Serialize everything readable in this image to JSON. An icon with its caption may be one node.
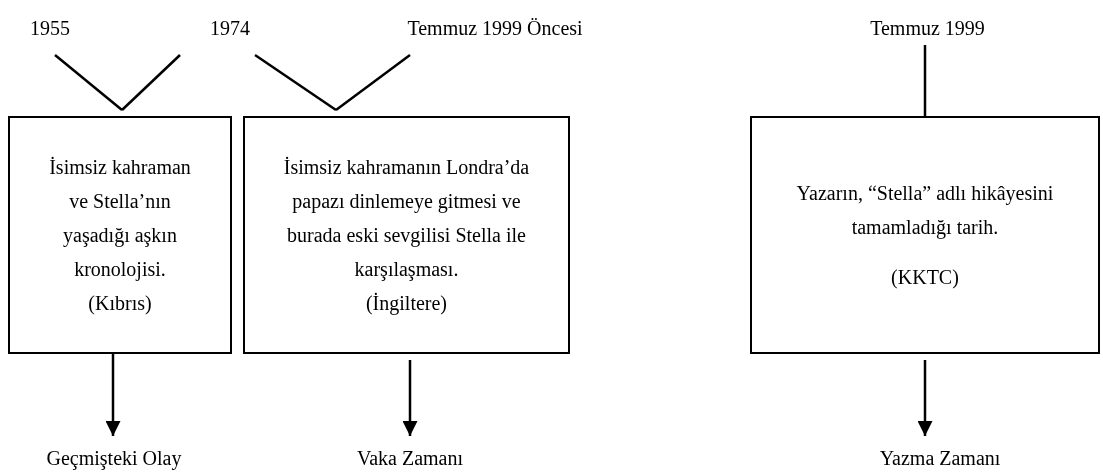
{
  "diagram": {
    "nodes": [
      {
        "text": [
          "1955"
        ]
      },
      {
        "text": [
          "1974"
        ]
      },
      {
        "text": [
          "Temmuz 1999 Öncesi"
        ]
      },
      {
        "text": [
          "Temmuz 1999"
        ]
      },
      {
        "text": [
          "İsimsiz kahraman ve Stella’nın yaşadığı aşkın kronolojisi.",
          "(Kıbrıs)"
        ]
      },
      {
        "text": [
          "İsimsiz kahramanın Londra’da papazı dinlemeye gitmesi ve burada eski sevgilisi Stella ile karşılaşması.",
          "(İngiltere)"
        ]
      },
      {
        "text": [
          "Yazarın, “Stella” adlı hikâyesini tamamladığı tarih.",
          "(KKTC)"
        ]
      },
      {
        "text": [
          "Geçmişteki Olay"
        ]
      },
      {
        "text": [
          "Vaka Zamanı"
        ]
      },
      {
        "text": [
          "Yazma Zamanı"
        ]
      }
    ],
    "edges": [
      {
        "from": 0,
        "to": 4,
        "arrow": "none"
      },
      {
        "from": 1,
        "to": 4,
        "arrow": "none"
      },
      {
        "from": 1,
        "to": 5,
        "arrow": "none"
      },
      {
        "from": 2,
        "to": 5,
        "arrow": "none"
      },
      {
        "from": 3,
        "to": 6,
        "arrow": "none"
      },
      {
        "from": 4,
        "to": 7,
        "arrow": "to"
      },
      {
        "from": 5,
        "to": 8,
        "arrow": "to"
      },
      {
        "from": 6,
        "to": 9,
        "arrow": "to"
      }
    ]
  }
}
